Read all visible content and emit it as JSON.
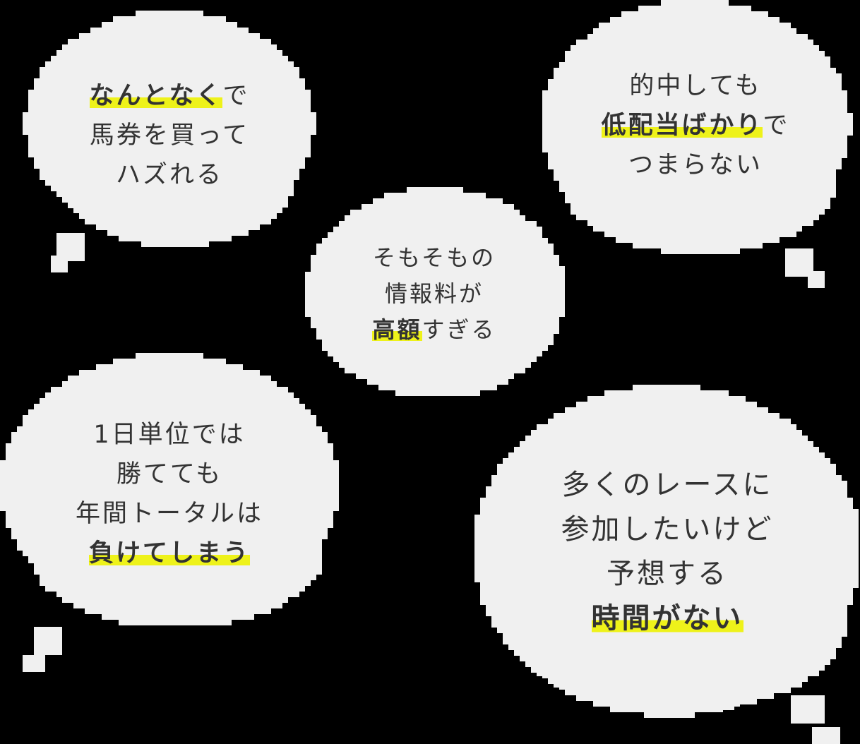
{
  "colors": {
    "background": "#000000",
    "bubble": "#f0f0f0",
    "text": "#333333",
    "highlight": "#eef21a"
  },
  "bubbles": [
    {
      "id": "random-betting",
      "lines": [
        [
          {
            "text": "なんとなく",
            "highlight": true
          },
          {
            "text": "で",
            "highlight": false
          }
        ],
        [
          {
            "text": "馬券を買って",
            "highlight": false
          }
        ],
        [
          {
            "text": "ハズれる",
            "highlight": false
          }
        ]
      ]
    },
    {
      "id": "low-payout",
      "lines": [
        [
          {
            "text": "的中しても",
            "highlight": false
          }
        ],
        [
          {
            "text": "低配当ばかり",
            "highlight": true
          },
          {
            "text": "で",
            "highlight": false
          }
        ],
        [
          {
            "text": "つまらない",
            "highlight": false
          }
        ]
      ]
    },
    {
      "id": "expensive-info",
      "lines": [
        [
          {
            "text": "そもそもの",
            "highlight": false
          }
        ],
        [
          {
            "text": "情報料が",
            "highlight": false
          }
        ],
        [
          {
            "text": "高額",
            "highlight": true
          },
          {
            "text": "すぎる",
            "highlight": false
          }
        ]
      ]
    },
    {
      "id": "yearly-loss",
      "lines": [
        [
          {
            "text": "1日単位では",
            "highlight": false
          }
        ],
        [
          {
            "text": "勝てても",
            "highlight": false
          }
        ],
        [
          {
            "text": "年間トータルは",
            "highlight": false
          }
        ],
        [
          {
            "text": "負けてしまう",
            "highlight": true
          }
        ]
      ]
    },
    {
      "id": "no-time",
      "lines": [
        [
          {
            "text": "多くのレースに",
            "highlight": false
          }
        ],
        [
          {
            "text": "参加したいけど",
            "highlight": false
          }
        ],
        [
          {
            "text": "予想する",
            "highlight": false
          }
        ],
        [
          {
            "text": "時間がない",
            "highlight": true
          }
        ]
      ]
    }
  ]
}
